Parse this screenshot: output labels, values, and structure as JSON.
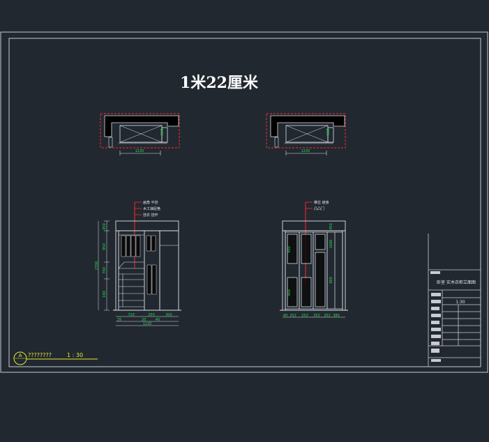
{
  "drawing": {
    "title": "1米22厘米",
    "scale_label": "1 : 30",
    "view_label": "????????",
    "view_marker": "A"
  },
  "plan_left": {
    "dim_width": "1220",
    "dim_depth": "550"
  },
  "plan_right": {
    "dim_width": "1220",
    "dim_depth": "550"
  },
  "elev_left": {
    "leaders": [
      "画角 平挂",
      "木工抽屉格",
      "挂衣 挂杆"
    ],
    "dim_height": "2700",
    "dim_top": "450",
    "dim_mid": "950",
    "dim_mid2": "700",
    "dim_lower": "180",
    "dim_bottom_a": "720",
    "dim_bottom_b": "250",
    "dim_bottom_c": "300",
    "dim_total": "1220",
    "dim_sub_a": "25",
    "dim_sub_b": "20",
    "dim_sub_c": "40"
  },
  "elev_right": {
    "leaders": [
      "推拉 趟食",
      "凸凸门"
    ],
    "dim_a": "900",
    "dim_b": "1600",
    "dim_c": "900",
    "dim_d": "450",
    "dim_e": "900",
    "dim_bottom": [
      "40",
      "252",
      "252",
      "252",
      "252",
      "380"
    ]
  },
  "title_block": {
    "project": "卧室 实木衣柜立面图",
    "scale": "1:30"
  },
  "colors": {
    "background": "#212830",
    "frame": "#c8ccd2",
    "linework": "#dfe3e8",
    "dimension": "#22e14a",
    "highlight": "#ff2a2a",
    "text": "#ffffff"
  }
}
